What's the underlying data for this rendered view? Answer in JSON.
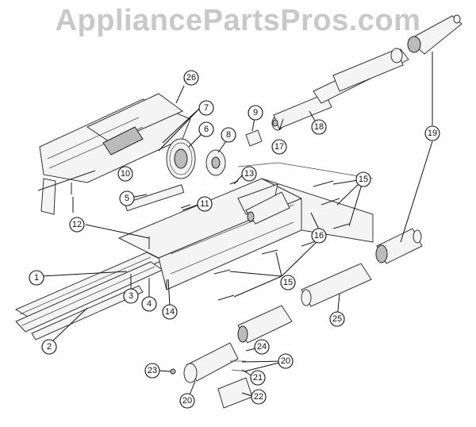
{
  "watermark": "AppliancePartsPros.com",
  "callouts": [
    {
      "id": "c1",
      "label": "1"
    },
    {
      "id": "c2",
      "label": "2"
    },
    {
      "id": "c3",
      "label": "3"
    },
    {
      "id": "c4",
      "label": "4"
    },
    {
      "id": "c5",
      "label": "5"
    },
    {
      "id": "c6",
      "label": "6"
    },
    {
      "id": "c7",
      "label": "7"
    },
    {
      "id": "c8",
      "label": "8"
    },
    {
      "id": "c9",
      "label": "9"
    },
    {
      "id": "c10",
      "label": "10"
    },
    {
      "id": "c11",
      "label": "11"
    },
    {
      "id": "c12",
      "label": "12"
    },
    {
      "id": "c13",
      "label": "13"
    },
    {
      "id": "c14",
      "label": "14"
    },
    {
      "id": "c15a",
      "label": "15"
    },
    {
      "id": "c15b",
      "label": "15"
    },
    {
      "id": "c16",
      "label": "16"
    },
    {
      "id": "c17",
      "label": "17"
    },
    {
      "id": "c18",
      "label": "18"
    },
    {
      "id": "c19",
      "label": "19"
    },
    {
      "id": "c20a",
      "label": "20"
    },
    {
      "id": "c20b",
      "label": "20"
    },
    {
      "id": "c21",
      "label": "21"
    },
    {
      "id": "c22",
      "label": "22"
    },
    {
      "id": "c23",
      "label": "23"
    },
    {
      "id": "c24",
      "label": "24"
    },
    {
      "id": "c25",
      "label": "25"
    },
    {
      "id": "c26",
      "label": "26"
    }
  ]
}
